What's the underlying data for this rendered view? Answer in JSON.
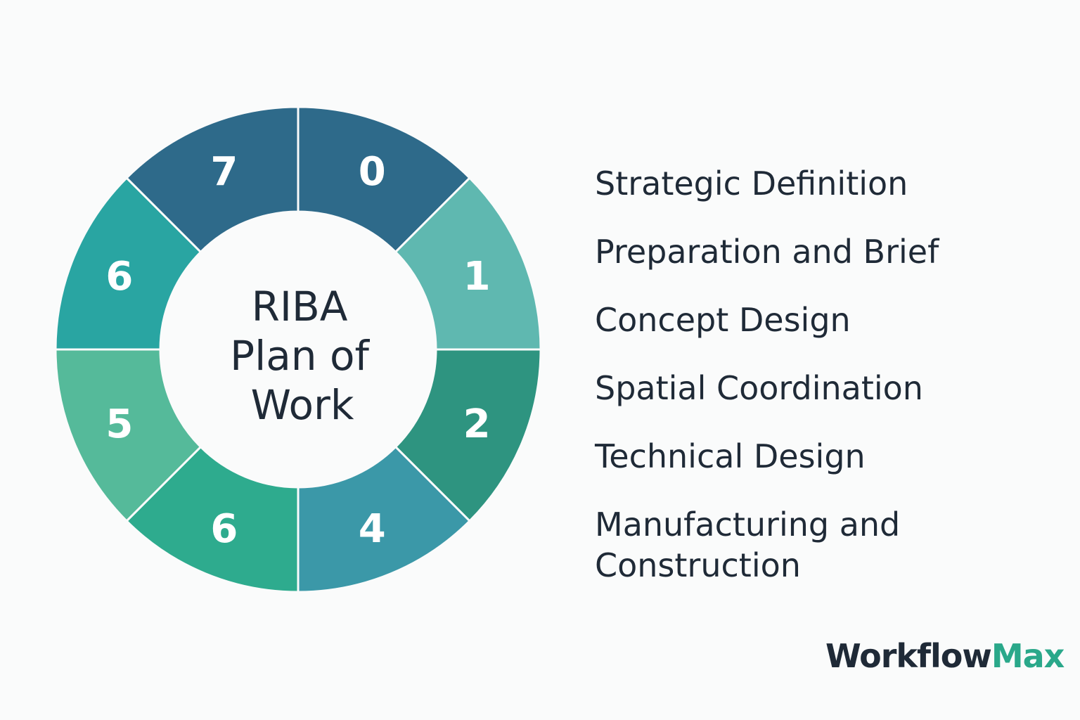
{
  "diagram": {
    "center_title": [
      "RIBA",
      "Plan of",
      "Work"
    ],
    "segments": [
      {
        "label": "0",
        "color": "#2e6a8a"
      },
      {
        "label": "1",
        "color": "#5fb8b0"
      },
      {
        "label": "2",
        "color": "#2e9480"
      },
      {
        "label": "4",
        "color": "#3b98a8"
      },
      {
        "label": "6",
        "color": "#2eab8e"
      },
      {
        "label": "5",
        "color": "#55ba9a"
      },
      {
        "label": "6",
        "color": "#29a5a2"
      },
      {
        "label": "7",
        "color": "#2e6a8a"
      }
    ],
    "separator_color": "#fafbfb"
  },
  "stages": [
    {
      "line1": "Strategic Definition"
    },
    {
      "line1": "Preparation and Brief"
    },
    {
      "line1": "Concept Design"
    },
    {
      "line1": "Spatial Coordination"
    },
    {
      "line1": "Technical Design"
    },
    {
      "line1": "Manufacturing and",
      "line2": "Construction"
    }
  ],
  "brand": {
    "part1": "Workflow",
    "part2": "Max",
    "color_dark": "#1f2a37",
    "color_accent": "#2aa88a"
  },
  "colors": {
    "background": "#fafbfb",
    "text": "#1f2a37"
  }
}
